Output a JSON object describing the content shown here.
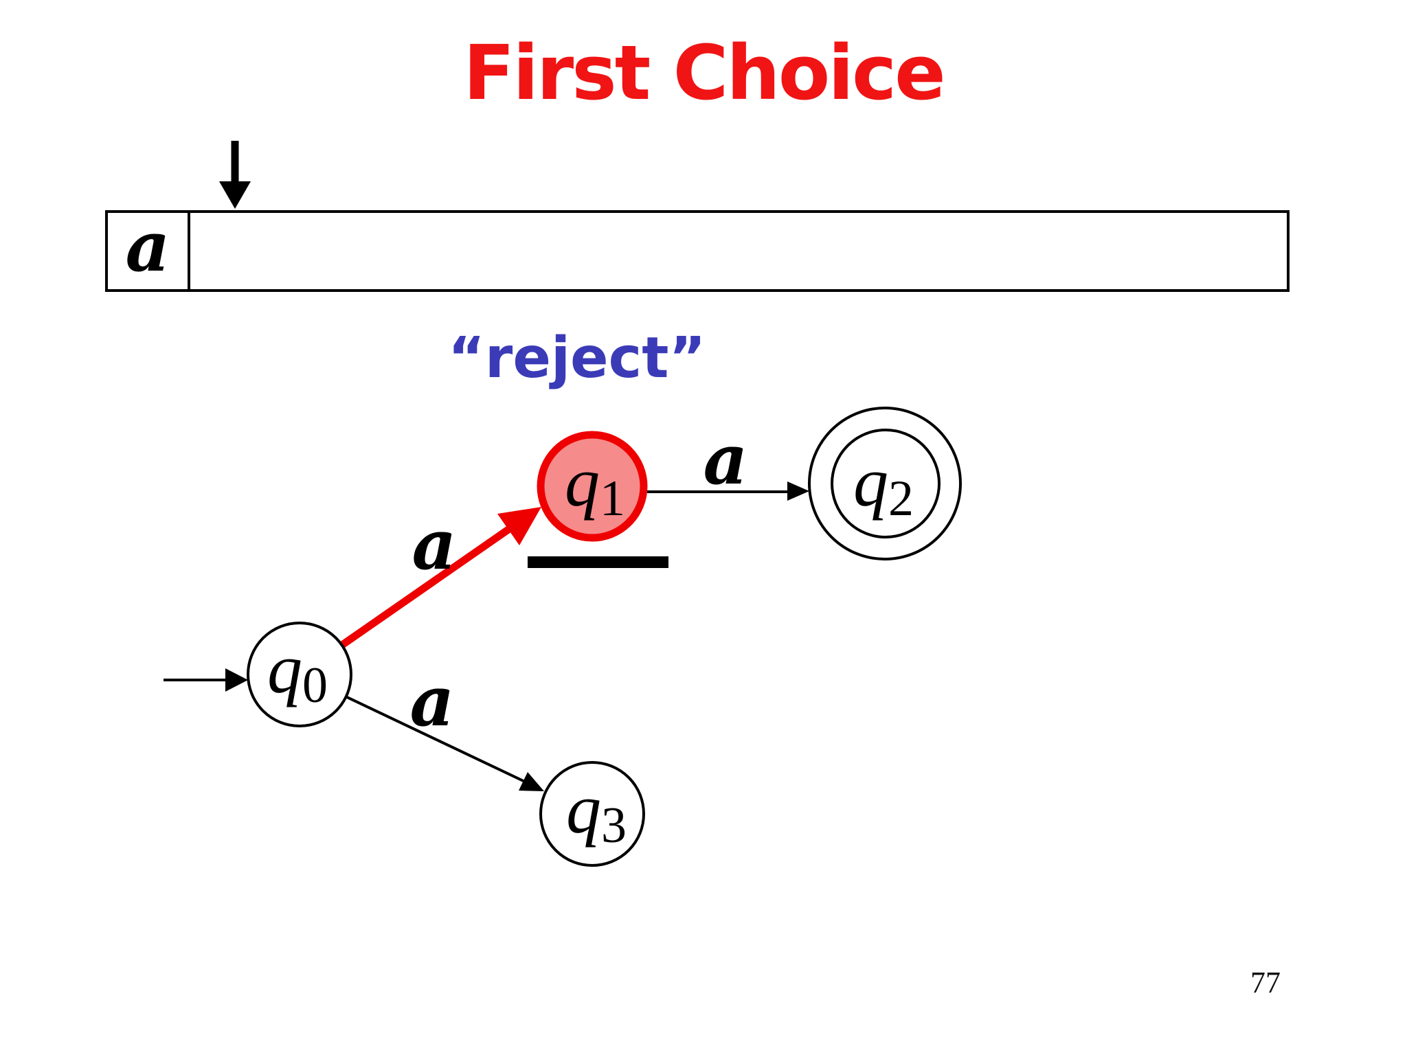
{
  "slide": {
    "title": "First Choice",
    "page_number": "77"
  },
  "tape": {
    "cells": [
      "a"
    ]
  },
  "annotation": {
    "reject": "“reject”"
  },
  "automaton": {
    "states": [
      {
        "name": "q0",
        "label": "q",
        "sub": "0",
        "type": "start"
      },
      {
        "name": "q1",
        "label": "q",
        "sub": "1",
        "type": "highlighted-reject"
      },
      {
        "name": "q2",
        "label": "q",
        "sub": "2",
        "type": "accepting"
      },
      {
        "name": "q3",
        "label": "q",
        "sub": "3",
        "type": "plain"
      }
    ],
    "transitions": [
      {
        "from": "q0",
        "to": "q1",
        "label": "a",
        "highlighted": true
      },
      {
        "from": "q1",
        "to": "q2",
        "label": "a",
        "highlighted": false
      },
      {
        "from": "q0",
        "to": "q3",
        "label": "a",
        "highlighted": false
      }
    ]
  },
  "colors": {
    "title": "#F01414",
    "reject_label": "#3B3BB8",
    "highlight_stroke": "#EE0000",
    "highlight_fill": "#F68B8B",
    "ink": "#000000"
  }
}
